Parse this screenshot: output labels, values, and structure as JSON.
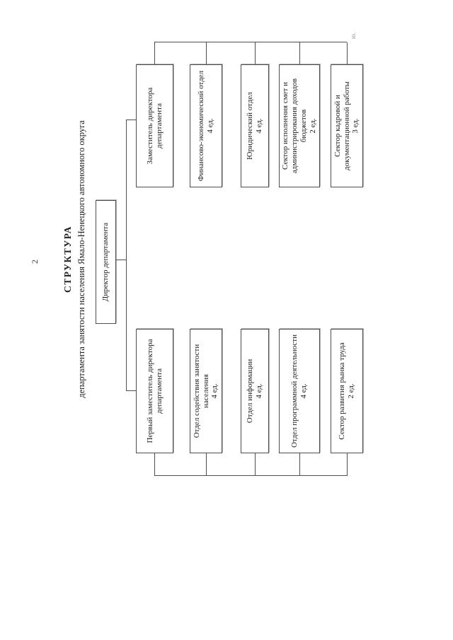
{
  "page": {
    "number": "2",
    "stray_mark": "ю."
  },
  "doc": {
    "title": "СТРУКТУРА",
    "subtitle": "департамента занятости населения Ямало-Ненецкого автономного округа"
  },
  "org": {
    "director": {
      "label": "Директор департамента"
    },
    "branches": [
      {
        "head": "Первый заместитель директора департамента",
        "units": [
          {
            "name": "Отдел содействия занятости населения",
            "count": "4 ед."
          },
          {
            "name": "Отдел информации",
            "count": "4 ед."
          },
          {
            "name": "Отдел программной деятельности",
            "count": "4 ед."
          },
          {
            "name": "Сектор развития рынка труда",
            "count": "2 ед."
          }
        ]
      },
      {
        "head": "Заместитель директора департамента",
        "units": [
          {
            "name": "Финансово-экономический отдел",
            "count": "4 ед."
          },
          {
            "name": "Юридический отдел",
            "count": "4 ед."
          },
          {
            "name": "Сектор исполнения смет и администрирования доходов бюджетов",
            "count": "2 ед."
          },
          {
            "name": "Сектор кадровой и документационной работы",
            "count": "3 ед."
          }
        ]
      }
    ]
  }
}
